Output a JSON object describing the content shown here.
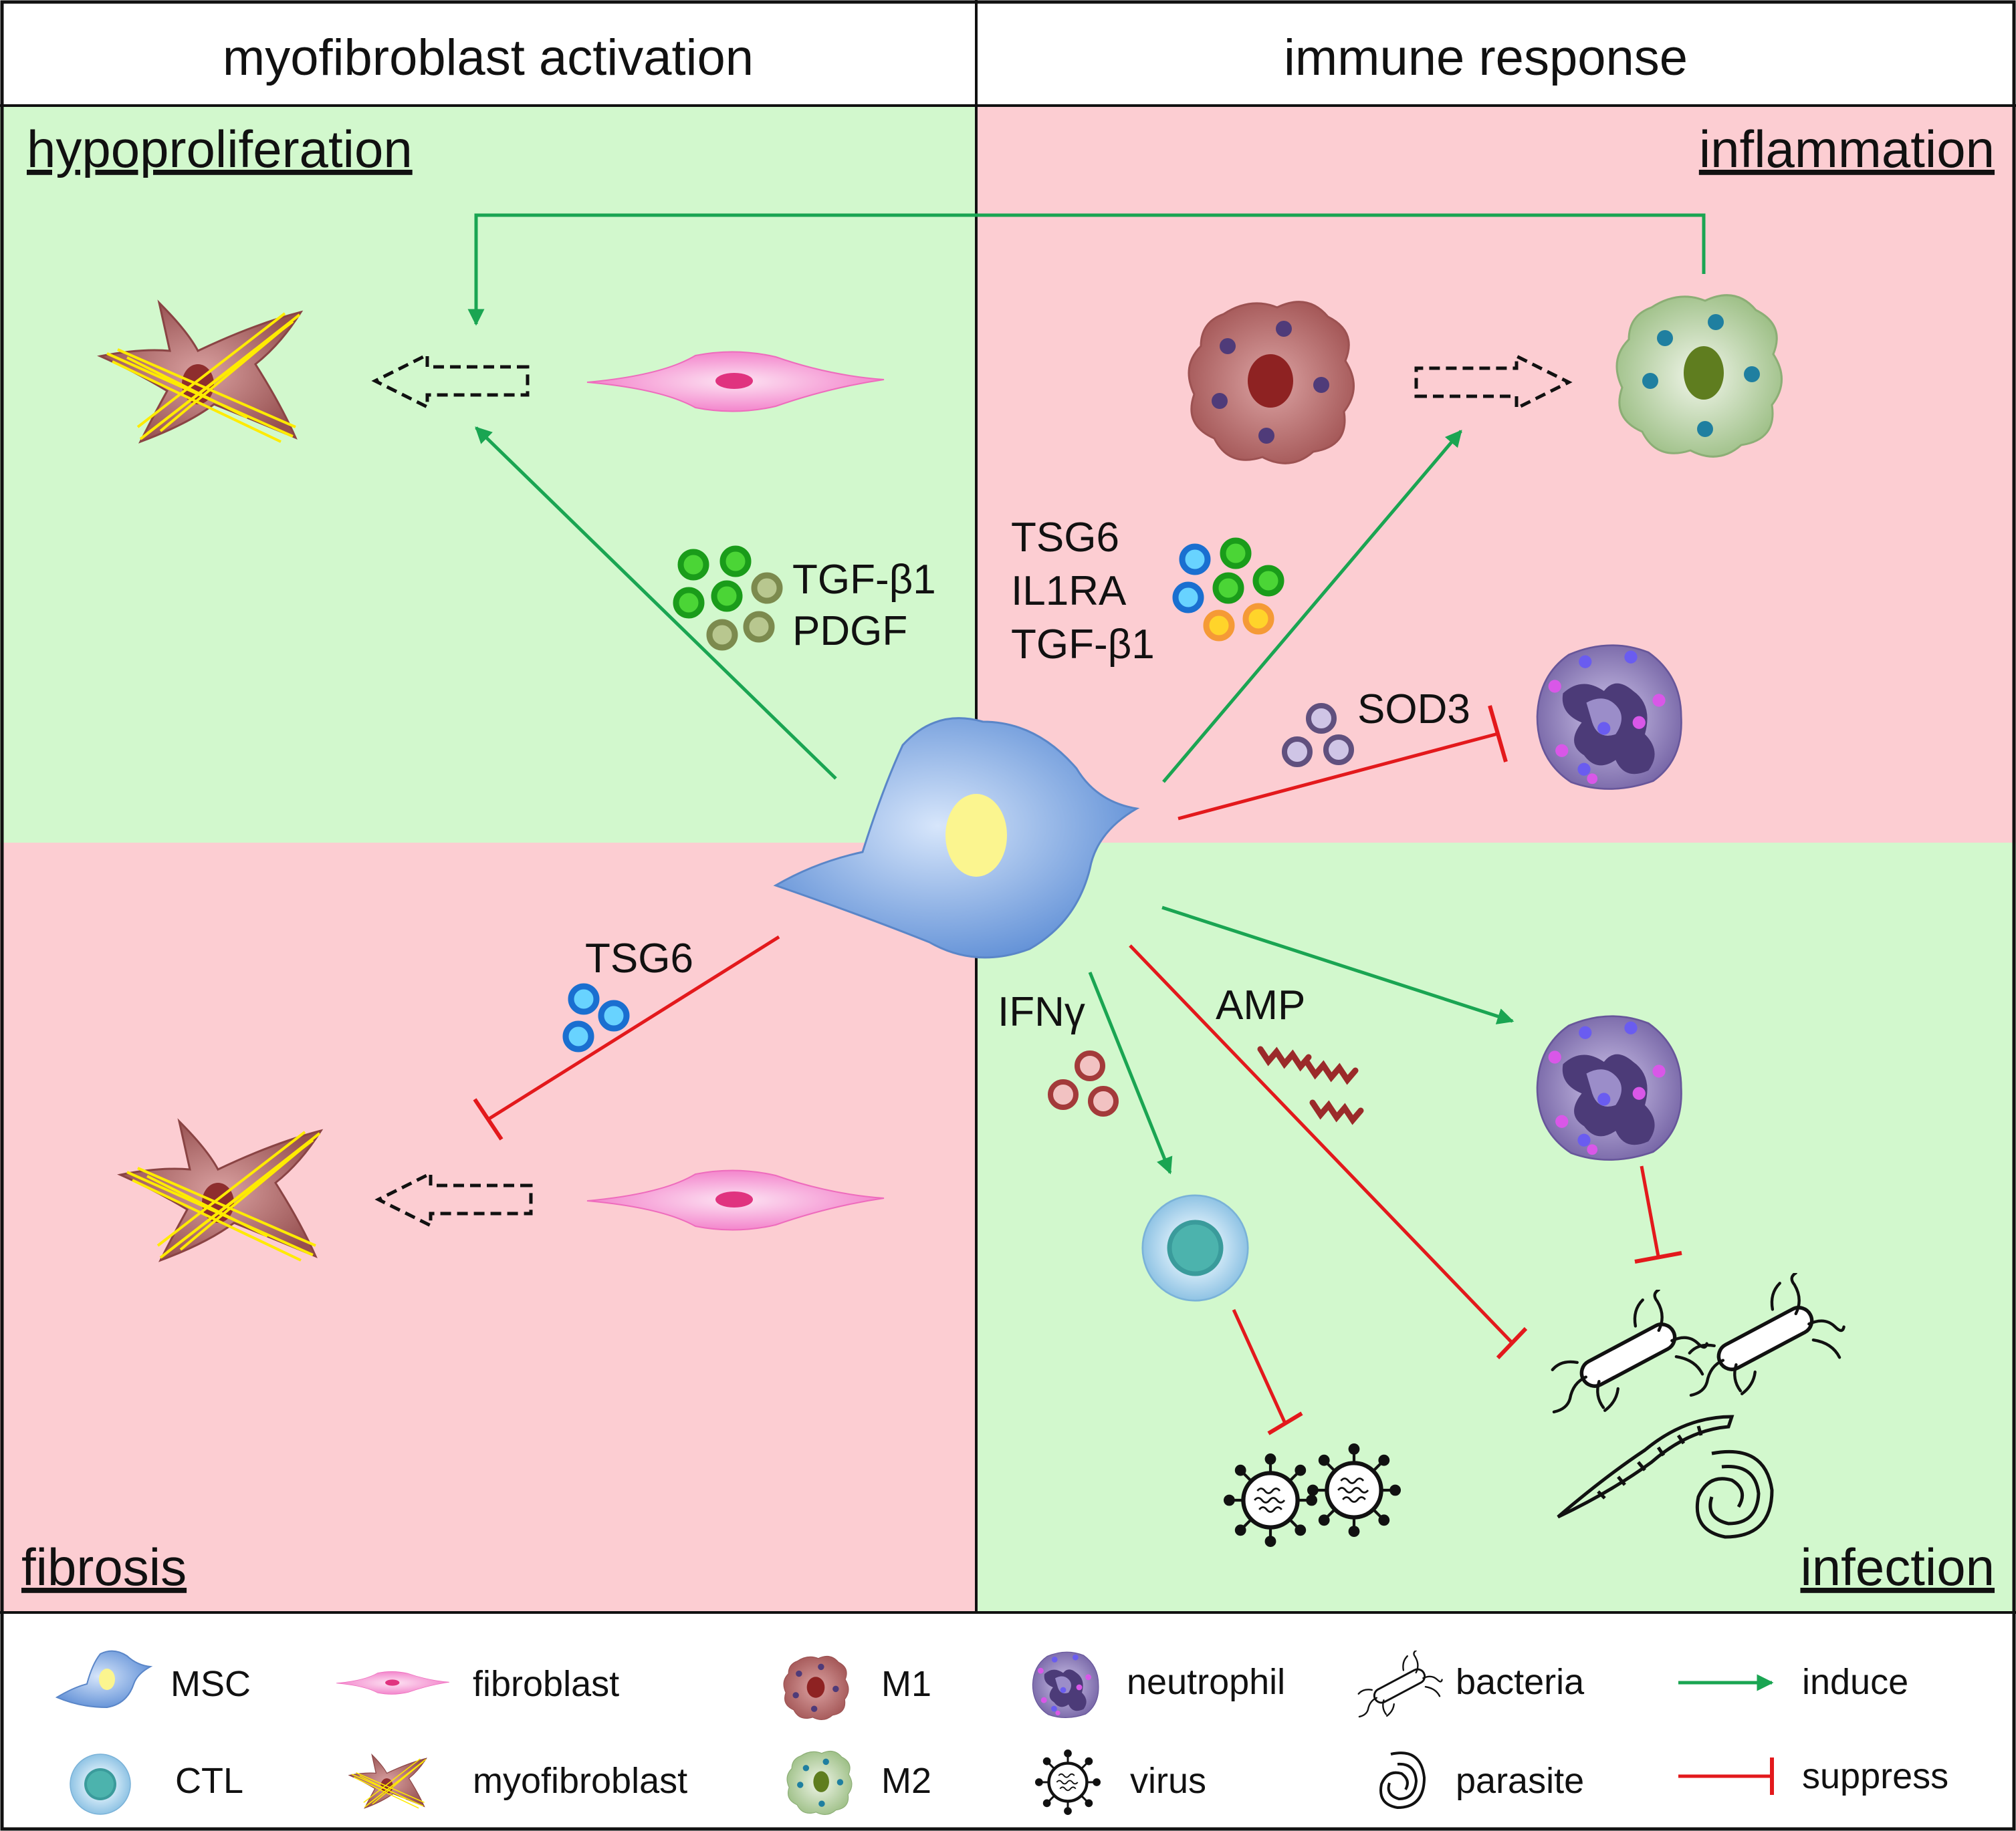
{
  "headers": {
    "left": "myofibroblast activation",
    "right": "immune response"
  },
  "quadrants": {
    "top_left": "hypoproliferation",
    "top_right": "inflammation",
    "bottom_left": "fibrosis",
    "bottom_right": "infection"
  },
  "factors": {
    "tgfb1_top": "TGF-β1",
    "pdgf": "PDGF",
    "tsg6_top": "TSG6",
    "il1ra": "IL1RA",
    "tgfb1_right": "TGF-β1",
    "sod3": "SOD3",
    "tsg6_bottom": "TSG6",
    "ifng": "IFNγ",
    "amp": "AMP"
  },
  "legend": {
    "msc": "MSC",
    "ctl": "CTL",
    "fibroblast": "fibroblast",
    "myofibroblast": "myofibroblast",
    "m1": "M1",
    "m2": "M2",
    "neutrophil": "neutrophil",
    "virus": "virus",
    "bacteria": "bacteria",
    "parasite": "parasite",
    "induce": "induce",
    "suppress": "suppress"
  },
  "colors": {
    "green_bg": "#d2f8cd",
    "pink_bg": "#fccdd2",
    "induce": "#1aa552",
    "suppress": "#e3191c",
    "msc": "#8fb4e8",
    "msc_nucleus": "#fbf58f",
    "fibroblast": "#f58ad1",
    "myofibroblast": "#b76d6d",
    "stress_fiber": "#ffeb00",
    "m1": "#b66d6d",
    "m2": "#bcd3a8",
    "neutrophil": "#8a7fb7"
  }
}
